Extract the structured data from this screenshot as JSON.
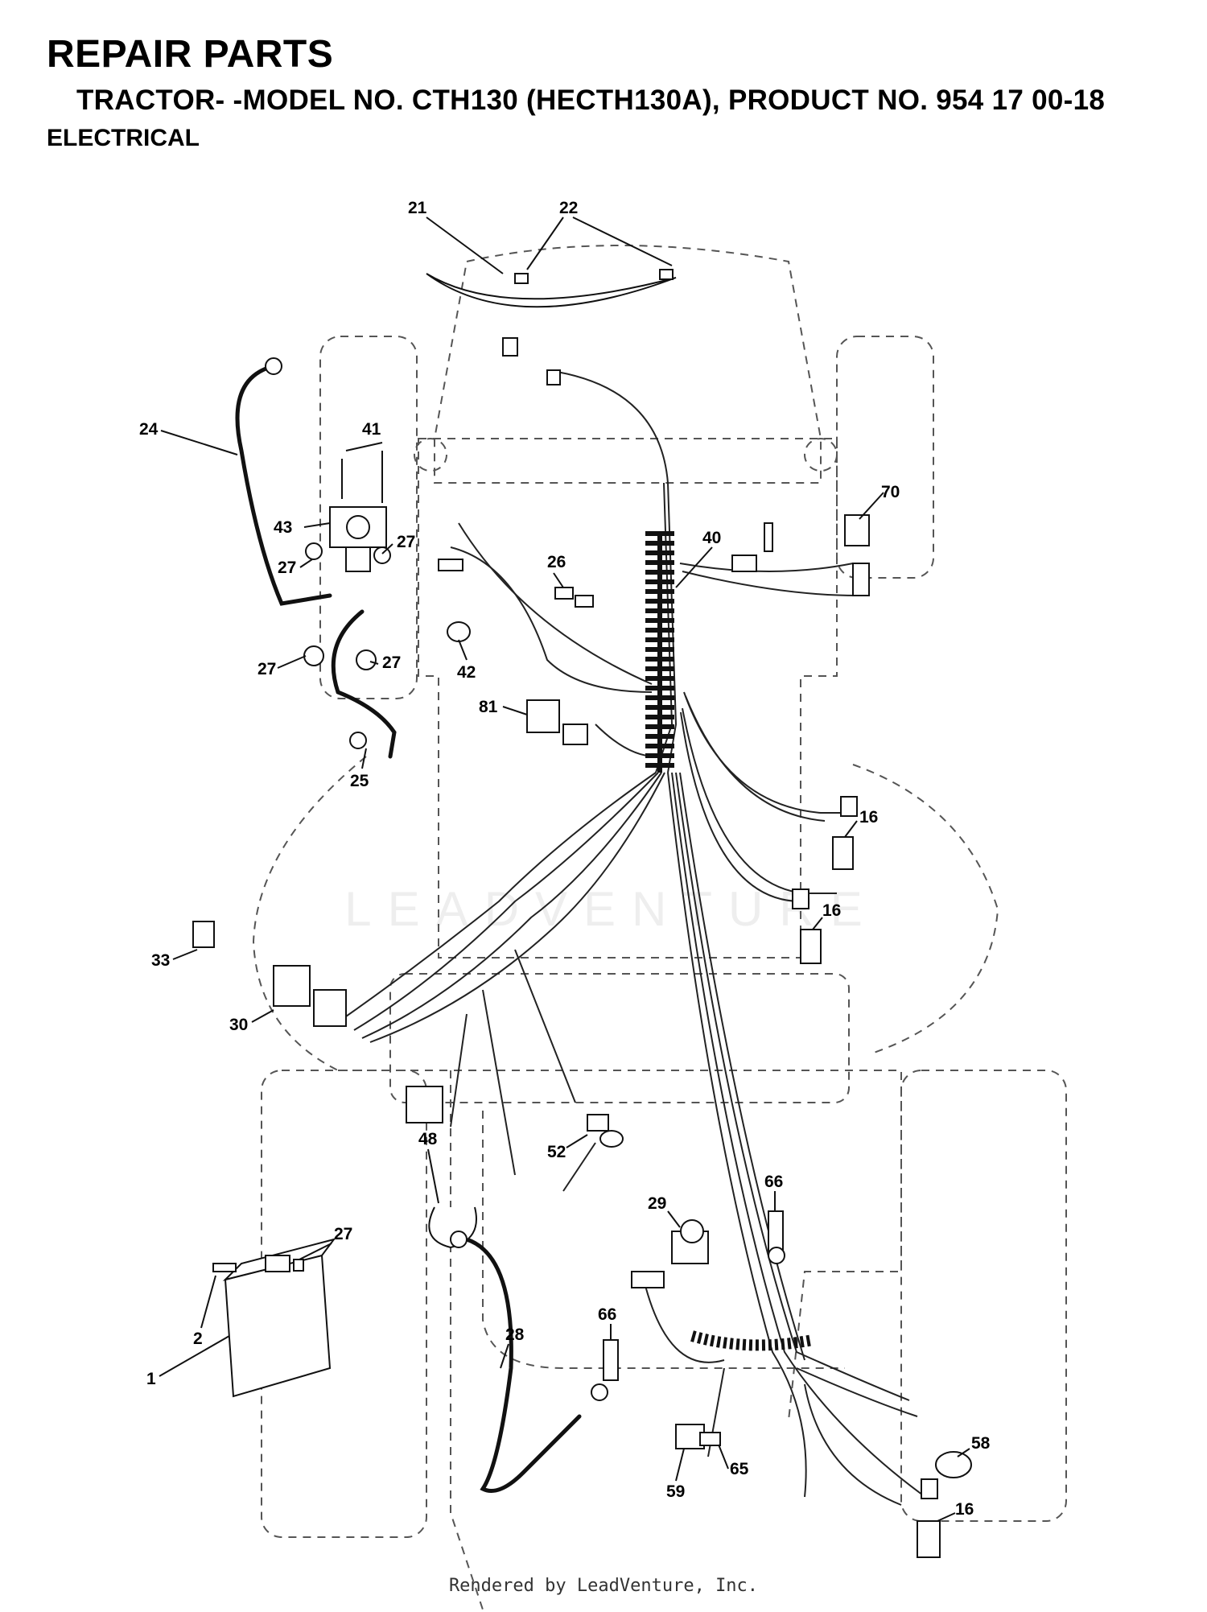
{
  "header": {
    "title": "REPAIR PARTS",
    "subtitle": "TRACTOR- -MODEL NO. CTH130 (HECTH130A), PRODUCT NO. 954 17 00-18",
    "section": "ELECTRICAL"
  },
  "callouts": [
    {
      "id": "c21",
      "label": "21"
    },
    {
      "id": "c22",
      "label": "22"
    },
    {
      "id": "c24",
      "label": "24"
    },
    {
      "id": "c41",
      "label": "41"
    },
    {
      "id": "c43",
      "label": "43"
    },
    {
      "id": "c27a",
      "label": "27"
    },
    {
      "id": "c27b",
      "label": "27"
    },
    {
      "id": "c27c",
      "label": "27"
    },
    {
      "id": "c27d",
      "label": "27"
    },
    {
      "id": "c26",
      "label": "26"
    },
    {
      "id": "c40",
      "label": "40"
    },
    {
      "id": "c70",
      "label": "70"
    },
    {
      "id": "c42",
      "label": "42"
    },
    {
      "id": "c81",
      "label": "81"
    },
    {
      "id": "c25",
      "label": "25"
    },
    {
      "id": "c16a",
      "label": "16"
    },
    {
      "id": "c16b",
      "label": "16"
    },
    {
      "id": "c33",
      "label": "33"
    },
    {
      "id": "c30",
      "label": "30"
    },
    {
      "id": "c48",
      "label": "48"
    },
    {
      "id": "c52",
      "label": "52"
    },
    {
      "id": "c27e",
      "label": "27"
    },
    {
      "id": "c2",
      "label": "2"
    },
    {
      "id": "c1",
      "label": "1"
    },
    {
      "id": "c29",
      "label": "29"
    },
    {
      "id": "c66a",
      "label": "66"
    },
    {
      "id": "c28",
      "label": "28"
    },
    {
      "id": "c66b",
      "label": "66"
    },
    {
      "id": "c58",
      "label": "58"
    },
    {
      "id": "c65",
      "label": "65"
    },
    {
      "id": "c59",
      "label": "59"
    },
    {
      "id": "c16c",
      "label": "16"
    }
  ],
  "watermark": "LEADVENTURE",
  "footer": "Rendered by LeadVenture, Inc."
}
